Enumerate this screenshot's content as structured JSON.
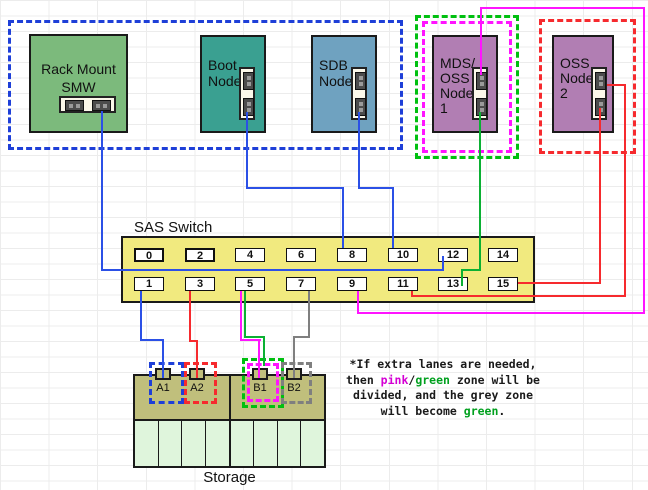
{
  "nodes": {
    "smw": {
      "label": "Rack Mount\nSMW"
    },
    "boot": {
      "label": "Boot\nNode"
    },
    "sdb": {
      "label": "SDB\nNode"
    },
    "mds_oss1": {
      "label": "MDS/\nOSS\nNode\n1"
    },
    "oss2": {
      "label": "OSS\nNode\n2"
    }
  },
  "sas_switch": {
    "title": "SAS Switch",
    "ports_top": [
      "0",
      "2",
      "4",
      "6",
      "8",
      "10",
      "12",
      "14"
    ],
    "ports_bottom": [
      "1",
      "3",
      "5",
      "7",
      "9",
      "11",
      "13",
      "15"
    ]
  },
  "storage": {
    "label": "Storage",
    "ports": [
      "A1",
      "A2",
      "B1",
      "B2"
    ]
  },
  "note": {
    "line1": "*If extra lanes are needed,",
    "line2_pre": "then ",
    "line2_pink": "pink",
    "line2_slash": "/",
    "line2_green": "green",
    "line2_post": " zone will be",
    "line3": "divided, and the grey zone",
    "line4_pre": "will become ",
    "line4_green": "green",
    "line4_post": "."
  },
  "colors": {
    "cable_blue": "#2b50e6",
    "cable_red": "#f62a2e",
    "cable_magenta": "#ff14ff",
    "cable_green": "#0bb033",
    "cable_grey": "#7f7f7f",
    "smw_fill": "#7cba7c",
    "boot_fill": "#3aa091",
    "sdb_fill": "#6fa2c0",
    "purple_fill": "#b17eb3",
    "switch_fill": "#f1ea7f",
    "storage_top_fill": "#c0bf7c",
    "storage_cell_fill": "#dff5dc"
  },
  "connections": [
    {
      "from": "Rack Mount SMW",
      "to": "SAS Switch port 12",
      "color": "blue"
    },
    {
      "from": "Boot Node",
      "to": "SAS Switch port 8",
      "color": "blue"
    },
    {
      "from": "SDB Node",
      "to": "SAS Switch port 10",
      "color": "blue"
    },
    {
      "from": "SAS Switch port 1",
      "to": "Storage A1",
      "color": "blue"
    },
    {
      "from": "SAS Switch port 3",
      "to": "Storage A2",
      "color": "red"
    },
    {
      "from": "SAS Switch port 5",
      "to": "Storage B1",
      "color": "magenta"
    },
    {
      "from": "SAS Switch port 5",
      "to": "Storage B1",
      "color": "green"
    },
    {
      "from": "SAS Switch port 7",
      "to": "Storage B2",
      "color": "grey"
    },
    {
      "from": "SAS Switch port 9",
      "to": "MDS/OSS Node 1",
      "color": "magenta"
    },
    {
      "from": "MDS/OSS Node 1",
      "to": "SAS Switch port 13",
      "color": "green"
    },
    {
      "from": "SAS Switch port 11",
      "to": "OSS Node 2",
      "color": "red"
    },
    {
      "from": "SAS Switch port 15",
      "to": "OSS Node 2",
      "color": "red"
    }
  ]
}
